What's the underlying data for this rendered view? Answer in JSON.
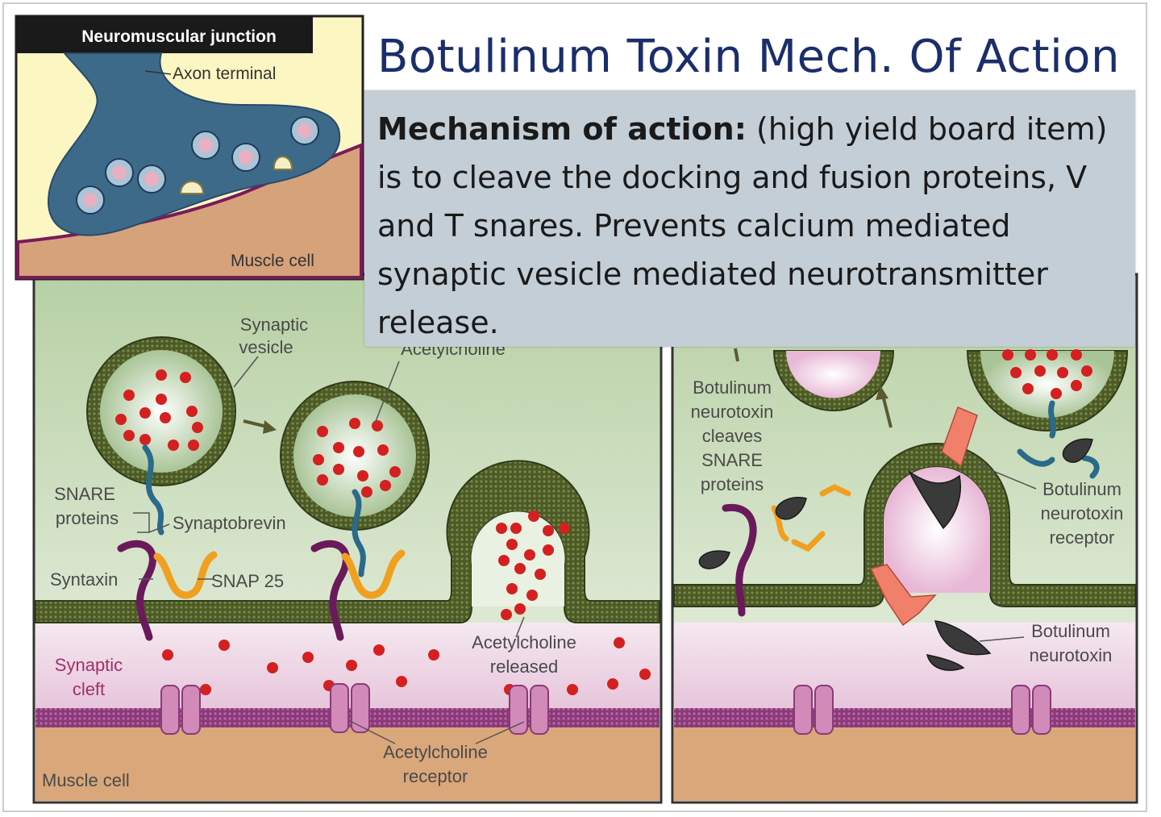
{
  "slide": {
    "title": "Botulinum Toxin Mech. Of Action",
    "text_bold": "Mechanism of action:",
    "text_body": " (high yield board item) is to cleave the docking and fusion proteins, V and T snares. Prevents calcium mediated synaptic vesicle mediated neurotransmitter release."
  },
  "inset": {
    "title": "Neuromuscular junction",
    "axon_terminal": "Axon terminal",
    "muscle_cell": "Muscle cell"
  },
  "left_panel": {
    "synaptic_vesicle_1": "Synaptic",
    "synaptic_vesicle_2": "vesicle",
    "acetylcholine_top": "Acetylcholine",
    "snare_1": "SNARE",
    "snare_2": "proteins",
    "synaptobrevin": "Synaptobrevin",
    "syntaxin": "Syntaxin",
    "snap25": "SNAP 25",
    "synaptic_cleft_1": "Synaptic",
    "synaptic_cleft_2": "cleft",
    "ach_released_1": "Acetylcholine",
    "ach_released_2": "released",
    "ach_receptor_1": "Acetylcholine",
    "ach_receptor_2": "receptor",
    "muscle_cell": "Muscle cell"
  },
  "right_panel": {
    "cleaves_1": "Botulinum",
    "cleaves_2": "neurotoxin",
    "cleaves_3": "cleaves",
    "cleaves_4": "SNARE",
    "cleaves_5": "proteins",
    "receptor_1": "Botulinum",
    "receptor_2": "neurotoxin",
    "receptor_3": "receptor",
    "toxin_1": "Botulinum",
    "toxin_2": "neurotoxin"
  },
  "colors": {
    "title": "#1b2e6b",
    "textbox_bg": "#c3ced6",
    "membrane": "#4a5a2a",
    "acetylcholine": "#d42020",
    "syntaxin": "#6a1a5a",
    "snap25": "#f0a020",
    "synaptobrevin": "#2a6a8a",
    "cleft": "#ecd4e4",
    "muscle": "#d9a77a",
    "toxin": "#3a3a3a",
    "receptor": "#f0806a"
  }
}
